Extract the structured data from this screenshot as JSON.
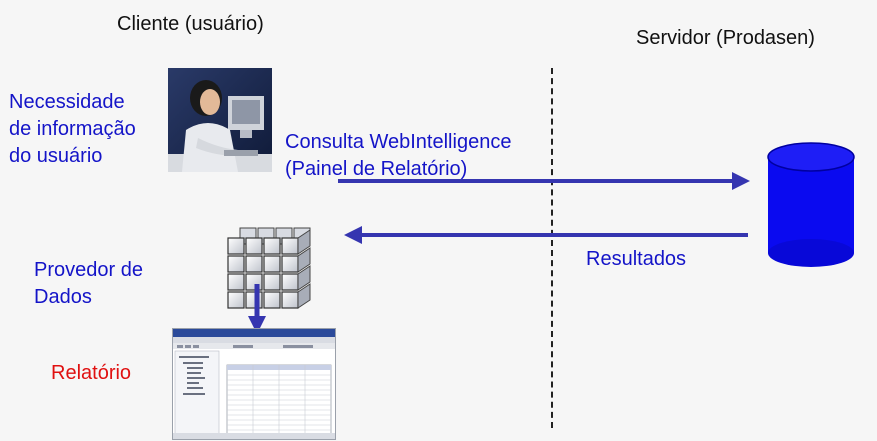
{
  "client_title": "Cliente (usuário)",
  "server_title": "Servidor (Prodasen)",
  "need_text": {
    "line1": "Necessidade",
    "line2": "de informação",
    "line3": "do usuário"
  },
  "query_text": {
    "line1": "Consulta WebIntelligence",
    "line2": "(Painel de Relatório)"
  },
  "results_label": "Resultados",
  "provider_text": {
    "line1": "Provedor de",
    "line2": "Dados"
  },
  "report_label": "Relatório",
  "colors": {
    "title": "#111111",
    "label": "#1414c8",
    "report": "#e01010",
    "arrow": "#3030a8",
    "database": "#0a0af0",
    "divider": "#222222"
  },
  "icons": {
    "user": "user-at-computer-icon",
    "database": "database-cylinder-icon",
    "cube": "data-cube-icon",
    "report": "report-window-icon"
  }
}
